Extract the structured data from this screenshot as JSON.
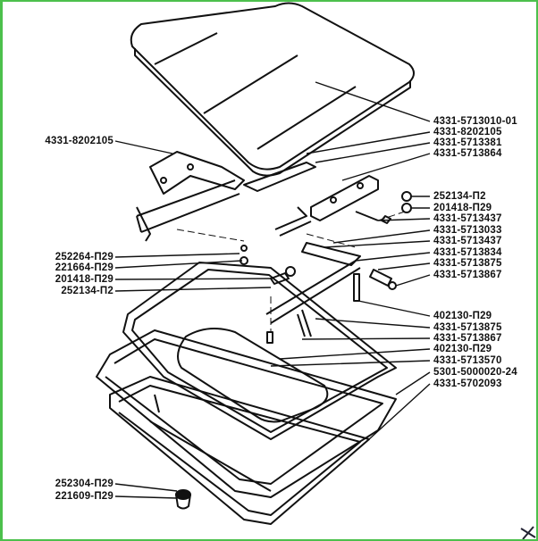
{
  "left_labels": [
    "4331-8202105",
    "252264-П29",
    "221664-П29",
    "201418-П29",
    "252134-П2",
    "252304-П29",
    "221609-П29"
  ],
  "right_labels": [
    "4331-5713010-01",
    "4331-8202105",
    "4331-5713381",
    "4331-5713864",
    "252134-П2",
    "201418-П29",
    "4331-5713437",
    "4331-5713033",
    "4331-5713437",
    "4331-5713834",
    "4331-5713875",
    "4331-5713867",
    "402130-П29",
    "4331-5713875",
    "4331-5713867",
    "402130-П29",
    "4331-5713570",
    "5301-5000020-24",
    "4331-5702093"
  ]
}
